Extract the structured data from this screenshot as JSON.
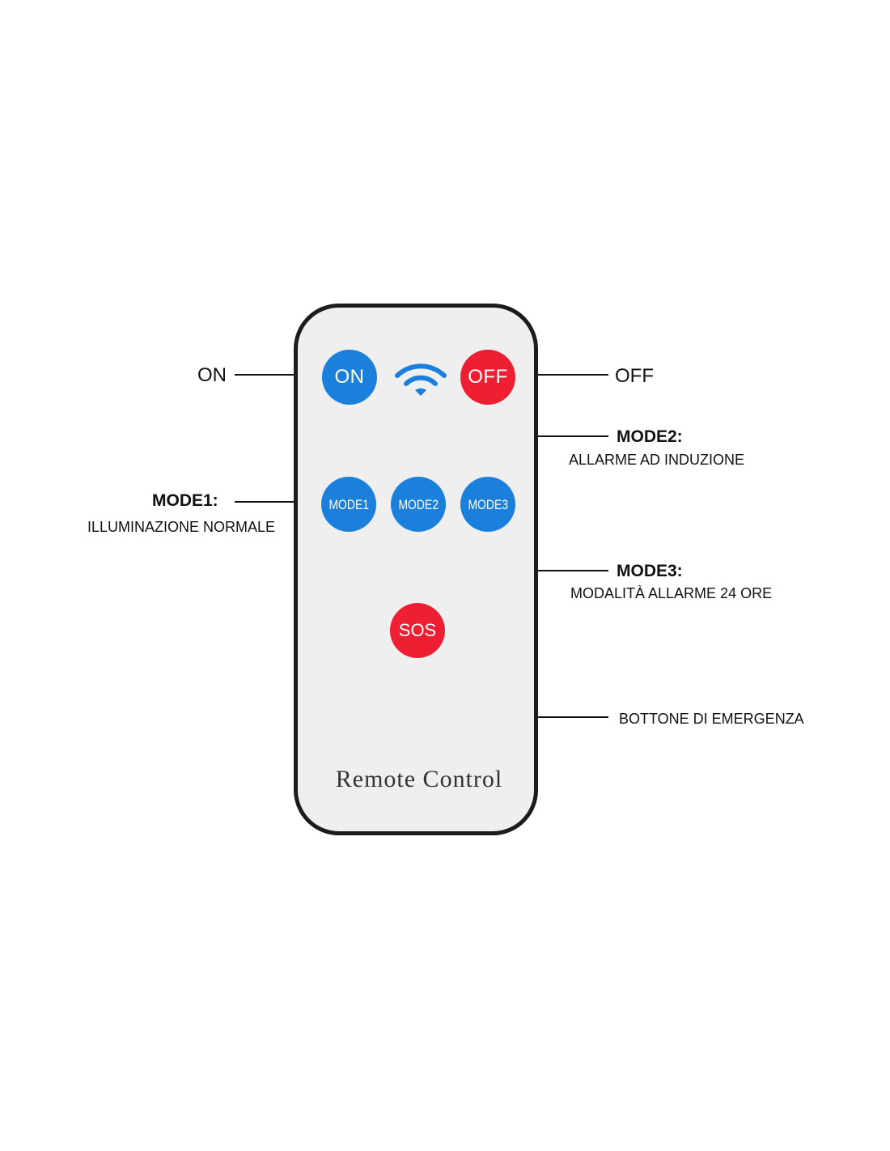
{
  "remote": {
    "label": "Remote Control",
    "buttons": {
      "on": "ON",
      "off": "OFF",
      "mode1": "MODE1",
      "mode2": "MODE2",
      "mode3": "MODE3",
      "sos": "SOS"
    },
    "signal_icon": "wifi-signal-icon"
  },
  "callouts": {
    "on": "ON",
    "off": "OFF",
    "mode1_title": "MODE1:",
    "mode1_desc": "ILLUMINAZIONE NORMALE",
    "mode2_title": "MODE2:",
    "mode2_desc": "ALLARME AD INDUZIONE",
    "mode3_title": "MODE3:",
    "mode3_desc": "MODALITÀ ALLARME 24 ORE",
    "sos_desc": "BOTTONE DI EMERGENZA"
  },
  "colors": {
    "blue_button": "#1b80dc",
    "red_button": "#ee1e33",
    "body": "#efefef",
    "border": "#1c1c1c"
  }
}
